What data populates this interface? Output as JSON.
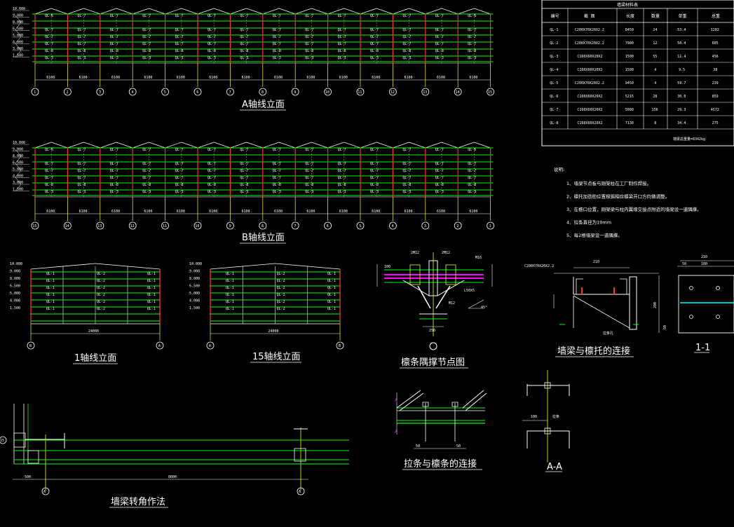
{
  "colors": {
    "background": "#000000",
    "beam": "#00ff00",
    "column": "#ff3030",
    "truss": "#ff00ff",
    "axis": "#ffff00",
    "text": "#ffffff",
    "dim": "#00ffff"
  },
  "elevA": {
    "title": "A轴线立面",
    "axes": [
      "1",
      "2",
      "3",
      "4",
      "5",
      "6",
      "7",
      "8",
      "9",
      "10",
      "11",
      "12",
      "13",
      "14",
      "15"
    ],
    "spans": [
      "6100",
      "6100",
      "6100",
      "6100",
      "6100",
      "6100",
      "6100",
      "6100",
      "6100",
      "6100",
      "6100",
      "6100",
      "6100",
      "6100"
    ],
    "levels": [
      "10.000",
      "9.000",
      "8.000",
      "6.500",
      "5.000",
      "4.000",
      "3.000",
      "1.500"
    ]
  },
  "elevB": {
    "title": "B轴线立面",
    "axes": [
      "15",
      "14",
      "13",
      "12",
      "11",
      "10",
      "9",
      "8",
      "7",
      "6",
      "5",
      "4",
      "3",
      "2",
      "1"
    ],
    "spans": [
      "6100",
      "6100",
      "6100",
      "6100",
      "6100",
      "6100",
      "6100",
      "6100",
      "6100",
      "6100",
      "6100",
      "6100",
      "6100",
      "6100"
    ],
    "levels": [
      "10.000",
      "9.000",
      "8.000",
      "6.500",
      "5.000",
      "4.000",
      "3.000",
      "1.500"
    ]
  },
  "beam_labels": [
    "QL-6",
    "QL-7",
    "QL-1",
    "QL-2",
    "QL-3",
    "QL-4",
    "QL-5",
    "QL-8"
  ],
  "elev1": {
    "title": "1轴线立面",
    "span": "24000",
    "axes": [
      "B",
      "A"
    ],
    "levels": [
      "10.000",
      "9.000",
      "8.000",
      "6.500",
      "5.000",
      "4.000",
      "1.500"
    ]
  },
  "elev15": {
    "title": "15轴线立面",
    "span": "24000",
    "axes": [
      "A",
      "B"
    ],
    "levels": [
      "10.000",
      "9.000",
      "8.000",
      "6.500",
      "5.000",
      "4.000",
      "1.500"
    ]
  },
  "material_table": {
    "title": "墙梁材料表",
    "headers": [
      "编号",
      "截  面",
      "长度",
      "数量",
      "单重",
      "总重"
    ],
    "rows": [
      [
        "QL-1",
        "C200X70X20X2.2",
        "8450",
        "24",
        "53.4",
        "1282"
      ],
      [
        "QL-2",
        "C200X70X20X2.2",
        "7980",
        "12",
        "50.4",
        "605"
      ],
      [
        "QL-3",
        "C160X60X20X2",
        "1500",
        "55",
        "11.4",
        "456"
      ],
      [
        "QL-4",
        "C160X60X20X2",
        "1500",
        "4",
        "9.5",
        "38"
      ],
      [
        "QL-5",
        "C200X70X20X2.2",
        "9450",
        "4",
        "59.7",
        "239"
      ],
      [
        "QL-6",
        "C160X60X20X2",
        "5215",
        "28",
        "30.0",
        "859"
      ],
      [
        "QL-7",
        "C160X60X20X2",
        "5080",
        "156",
        "29.3",
        "4572"
      ],
      [
        "QL-8",
        "C160X60X20X2",
        "7130",
        "8",
        "34.4",
        "275"
      ]
    ],
    "total": "墙梁总重量=8342kg"
  },
  "notes": {
    "heading": "说明:",
    "items": [
      "1、墙梁节点板与刚架柱在工厂制作焊接。",
      "2、檩托加劲肋位置根据相应檩梁开口方向做调整。",
      "3、在檐口位置，刚架梁与柱内翼缘交接点附近的墙梁设一道隅撑。",
      "4、拉条直径为10mm",
      "5、每2根墙梁设一道隅撑。"
    ]
  },
  "details": {
    "purlin_brace": {
      "title": "檩条隅撑节点图",
      "labels": [
        "2M12",
        "2M12",
        "M16",
        "L50X5",
        "45°",
        "M12",
        "100",
        "250"
      ]
    },
    "wall_beam": {
      "title": "墙梁与檩托的连接",
      "labels": [
        "C200X70X20X2.2",
        "210",
        "拉条孔"
      ]
    },
    "section11": {
      "title": "1-1",
      "labels": [
        "210",
        "50",
        "100",
        "200",
        "50"
      ]
    },
    "tie_rod": {
      "title": "拉条与檩条的连接",
      "labels": [
        "50",
        "50"
      ]
    },
    "sectionAA": {
      "title": "A-A",
      "labels": [
        "100",
        "拉条"
      ]
    },
    "corner": {
      "title": "墙梁转角作法",
      "labels": [
        "500",
        "8000",
        "A",
        "A",
        "15"
      ]
    }
  }
}
